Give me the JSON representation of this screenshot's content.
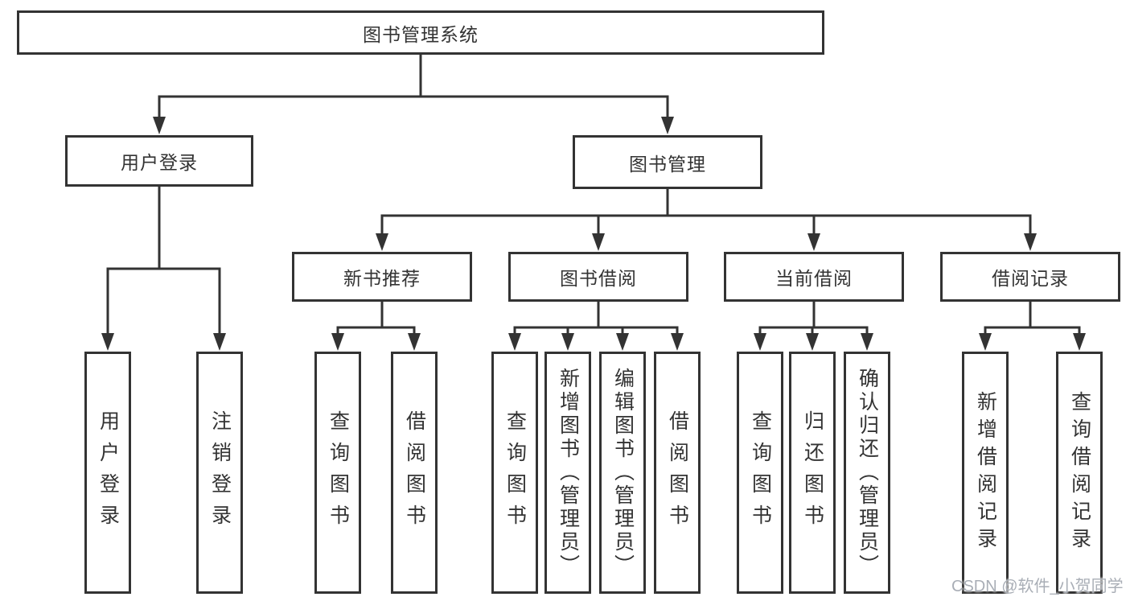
{
  "colors": {
    "line": "#333333",
    "box_border": "#333333",
    "text": "#333333",
    "background": "#ffffff",
    "watermark": "#a9aeb6"
  },
  "watermark": {
    "text": "CSDN @软件_小贺同学"
  },
  "tree": {
    "root": {
      "label": "图书管理系统"
    },
    "children": [
      {
        "label": "用户登录",
        "children": [
          {
            "label": "用户登录"
          },
          {
            "label": "注销登录"
          }
        ]
      },
      {
        "label": "图书管理",
        "children": [
          {
            "label": "新书推荐",
            "children": [
              {
                "label": "查询图书"
              },
              {
                "label": "借阅图书"
              }
            ]
          },
          {
            "label": "图书借阅",
            "children": [
              {
                "label": "查询图书"
              },
              {
                "label": "新增图书（管理员）"
              },
              {
                "label": "编辑图书（管理员）"
              },
              {
                "label": "借阅图书"
              }
            ]
          },
          {
            "label": "当前借阅",
            "children": [
              {
                "label": "查询图书"
              },
              {
                "label": "归还图书"
              },
              {
                "label": "确认归还（管理员）"
              }
            ]
          },
          {
            "label": "借阅记录",
            "children": [
              {
                "label": "新增借阅记录"
              },
              {
                "label": "查询借阅记录"
              }
            ]
          }
        ]
      }
    ]
  }
}
